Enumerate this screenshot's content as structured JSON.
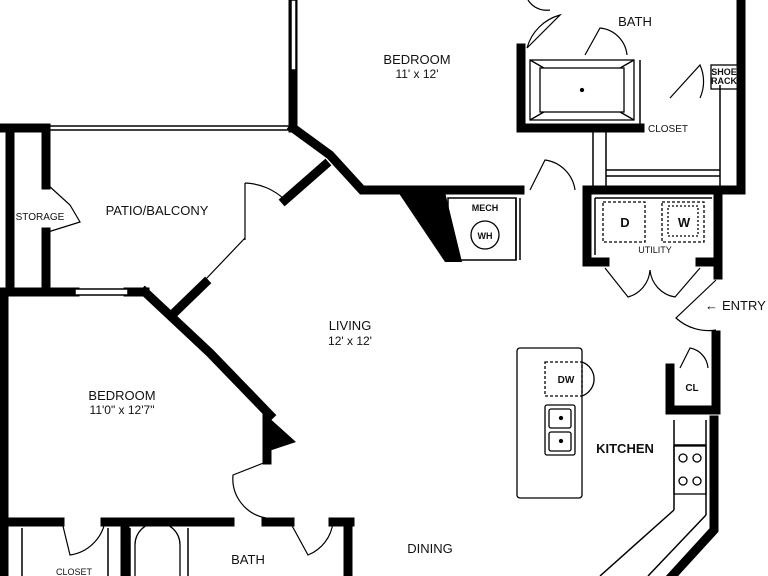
{
  "rooms": {
    "bedroom_top": {
      "name": "BEDROOM",
      "size": "11' x 12'"
    },
    "bath_top": {
      "name": "BATH"
    },
    "closet_top": {
      "name": "CLOSET"
    },
    "shoe_rack": {
      "line1": "SHOE",
      "line2": "RACK"
    },
    "storage": {
      "name": "STORAGE"
    },
    "patio": {
      "name": "PATIO/BALCONY"
    },
    "mech": {
      "name": "MECH",
      "fixture": "WH"
    },
    "utility": {
      "name": "UTILITY",
      "dryer": "D",
      "washer": "W"
    },
    "entry": {
      "arrow": "←",
      "name": "ENTRY"
    },
    "living": {
      "name": "LIVING",
      "size": "12' x 12'"
    },
    "bedroom_left": {
      "name": "BEDROOM",
      "size": "11'0\" x 12'7\""
    },
    "kitchen": {
      "name": "KITCHEN",
      "dishwasher": "DW"
    },
    "coat_closet": {
      "name": "CL"
    },
    "closet_bottom": {
      "name": "CLOSET"
    },
    "bath_bottom": {
      "name": "BATH"
    },
    "dining": {
      "name": "DINING"
    }
  },
  "colors": {
    "wall": "#000000",
    "fixture_line": "#555555",
    "background": "#ffffff"
  }
}
